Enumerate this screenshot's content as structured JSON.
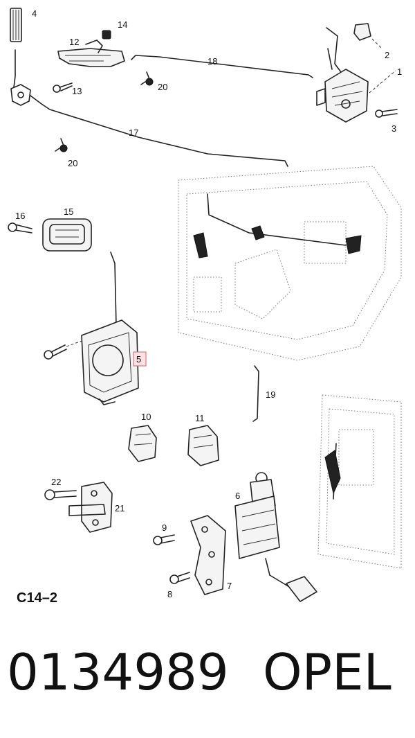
{
  "diagram": {
    "code": "C14–2",
    "callouts": [
      "1",
      "2",
      "3",
      "4",
      "5",
      "6",
      "7",
      "8",
      "9",
      "10",
      "11",
      "12",
      "13",
      "14",
      "15",
      "16",
      "17",
      "18",
      "19",
      "20",
      "20",
      "21",
      "22"
    ]
  },
  "footer": {
    "part_number": "0134989",
    "brand": "OPEL"
  },
  "colors": {
    "line": "#222222",
    "highlight_fill": "#fbe3e6",
    "highlight_stroke": "#d9777f"
  }
}
